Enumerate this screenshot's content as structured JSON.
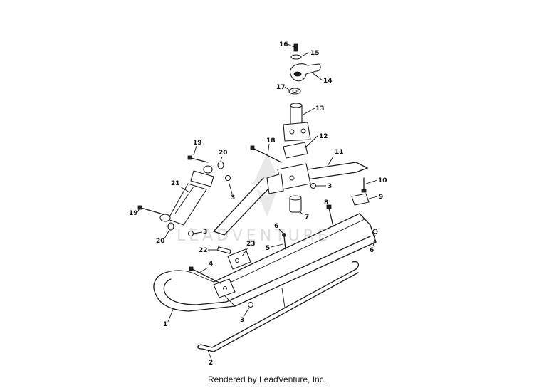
{
  "watermark": "LEADVENTURE",
  "footer": "Rendered by LeadVenture, Inc.",
  "labels": {
    "p1": "1",
    "p2": "2",
    "p3a": "3",
    "p3b": "3",
    "p3c": "3",
    "p3d": "3",
    "p4": "4",
    "p5": "5",
    "p6a": "6",
    "p6b": "6",
    "p7": "7",
    "p8": "8",
    "p9": "9",
    "p10": "10",
    "p11": "11",
    "p12": "12",
    "p13": "13",
    "p14": "14",
    "p15": "15",
    "p16": "16",
    "p17": "17",
    "p18": "18",
    "p19a": "19",
    "p19b": "19",
    "p20a": "20",
    "p20b": "20",
    "p21": "21",
    "p22": "22",
    "p23": "23"
  }
}
